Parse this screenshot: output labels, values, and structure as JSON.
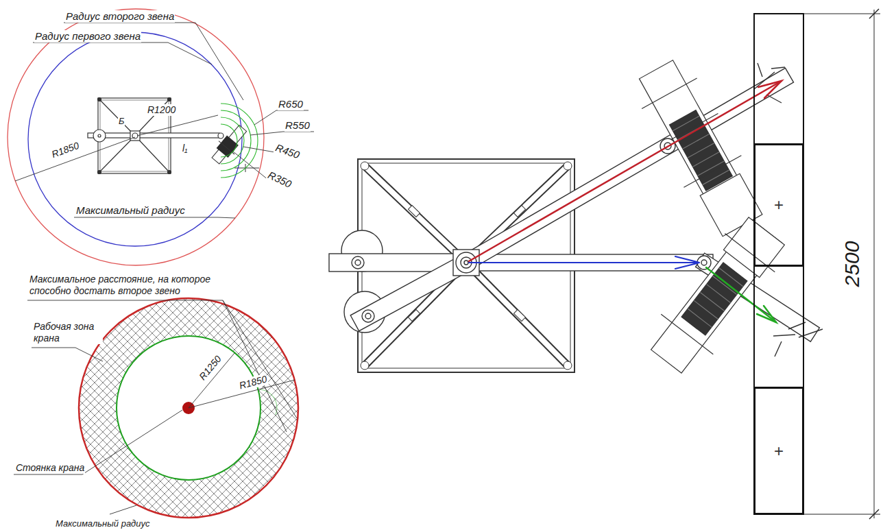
{
  "diagram": {
    "nodes": [
      {
        "text": [
          "+"
        ]
      },
      {
        "text": [
          "+"
        ]
      }
    ],
    "labels": [
      "Радиус второго звена",
      "Радиус первого звена",
      "R650",
      "Б",
      "R1200",
      "R550",
      "R1850",
      "l₁",
      "R450",
      "R350",
      "Максимальный радиус",
      "Максимальное расстояние, на которое способно достать второе звено",
      "Рабочая зона крана",
      "R1250",
      "R1850",
      "Стоянка крана",
      "Максимальный радиус",
      "2500"
    ]
  }
}
